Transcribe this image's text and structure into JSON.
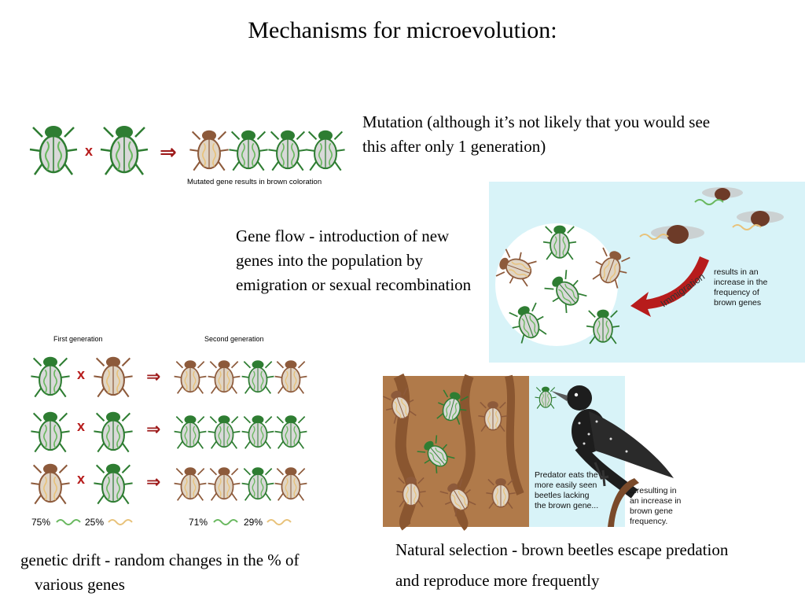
{
  "slide": {
    "title": "Mechanisms for microevolution:"
  },
  "mutation": {
    "caption": "Mutation (although it’s not likely that you would see this after only 1 generation)",
    "cross_symbol": "x",
    "image_label": "Mutated gene results in brown coloration"
  },
  "gene_flow": {
    "caption": "Gene flow - introduction of new genes into the population by emigration or sexual recombination",
    "arrow_label": "Immigration",
    "result_text": "results in an increase in the frequency of brown genes"
  },
  "genetic_drift": {
    "caption": "genetic drift - random changes in the % of various genes",
    "first_generation": "First generation",
    "second_generation": "Second generation",
    "first_green_pct": "75%",
    "first_brown_pct": "25%",
    "second_green_pct": "71%",
    "second_brown_pct": "29%"
  },
  "natural_selection": {
    "caption": "Natural selection - brown beetles escape predation and reproduce more frequently",
    "predator_text": "Predator eats the more easily seen beetles lacking the brown gene...",
    "result_text": "...resulting in an increase in brown gene frequency."
  },
  "colors": {
    "green_beetle": "#2e7d32",
    "brown_beetle": "#8d5a3b",
    "arrow_red": "#9e1b1b",
    "sky_panel": "#d8f3f8",
    "bark": "#b07a4a"
  }
}
